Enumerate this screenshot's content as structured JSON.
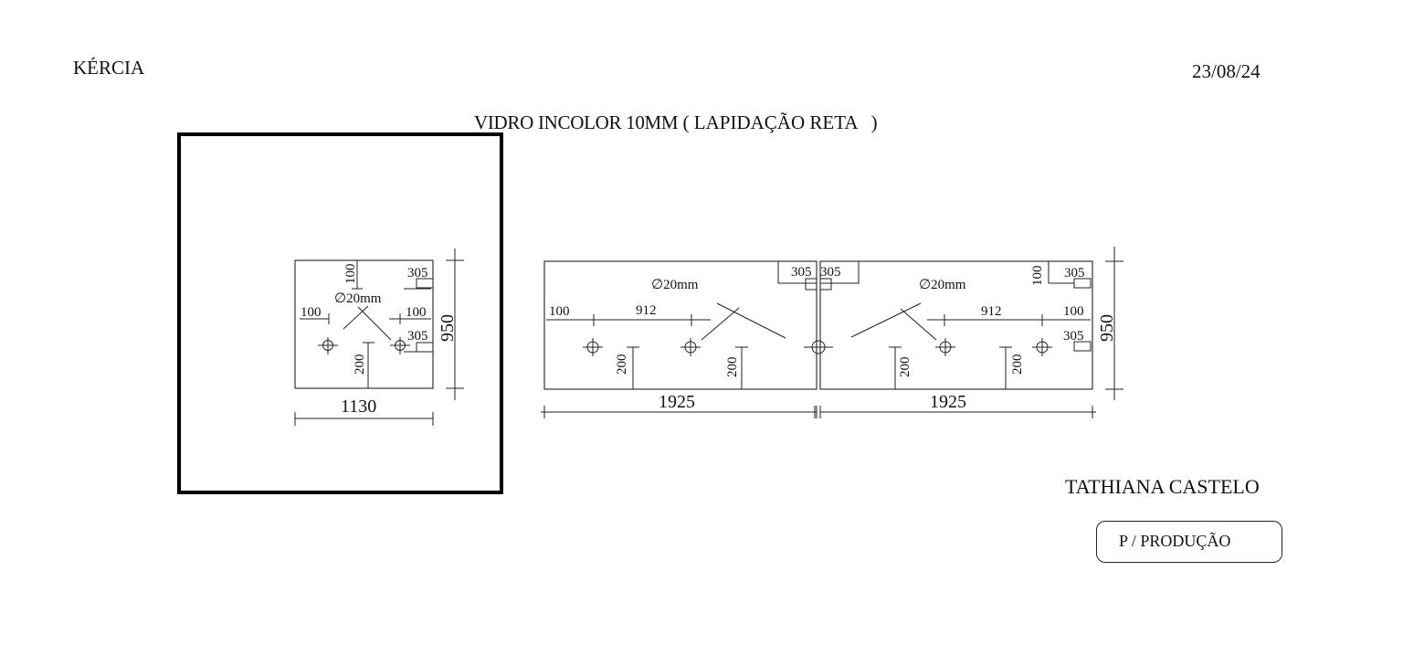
{
  "header": {
    "client_name": "KÉRCIA",
    "date": "23/08/24",
    "glass_spec": "VIDRO INCOLOR 10MM",
    "open_paren": "(",
    "finish": "LAPIDAÇÃO RETA",
    "close_paren": ")"
  },
  "footer": {
    "customer_name": "TATHIANA CASTELO",
    "status_label": "P / PRODUÇÃO"
  },
  "pieces": {
    "small": {
      "width": "1130",
      "height": "950",
      "hole_diameter": "∅20mm",
      "left_margin": "100",
      "right_margin": "100",
      "top_offset": "100",
      "corner_notch_top": "305",
      "corner_notch_side": "305",
      "hole_height": "200"
    },
    "left_panel": {
      "width": "1925",
      "hole_diameter": "∅20mm",
      "edge_offset": "100",
      "hole_spacing": "912",
      "notch": "305",
      "hole_height_a": "200",
      "hole_height_b": "200"
    },
    "right_panel": {
      "width": "1925",
      "height": "950",
      "hole_diameter": "∅20mm",
      "edge_offset": "100",
      "hole_spacing": "912",
      "top_offset": "100",
      "notch_top": "305",
      "notch_center": "305",
      "notch_side": "305",
      "hole_height_a": "200",
      "hole_height_b": "200"
    }
  }
}
